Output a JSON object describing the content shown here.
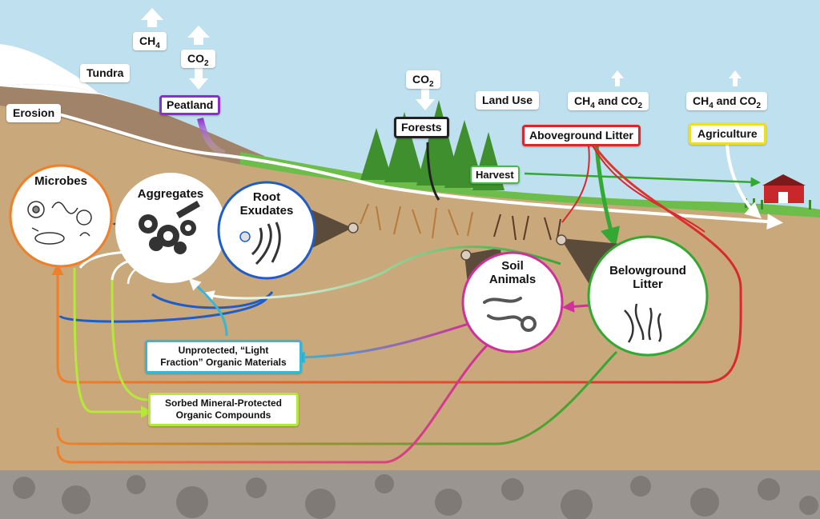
{
  "gas_labels": {
    "ch4_top": {
      "base": "CH",
      "sub": "4"
    },
    "co2_peatland": {
      "base": "CO",
      "sub": "2"
    },
    "co2_forests": {
      "base": "CO",
      "sub": "2"
    },
    "ch4_co2_landuse": {
      "pre": "CH",
      "sub1": "4",
      "mid": " and CO",
      "sub2": "2"
    },
    "ch4_co2_agriculture": {
      "pre": "CH",
      "sub1": "4",
      "mid": " and CO",
      "sub2": "2"
    }
  },
  "landscape_labels": {
    "tundra": "Tundra",
    "erosion": "Erosion",
    "peatland": "Peatland",
    "forests": "Forests",
    "land_use": "Land Use",
    "aboveground_litter": "Aboveground Litter",
    "agriculture": "Agriculture",
    "harvest": "Harvest"
  },
  "circles": {
    "microbes": "Microbes",
    "aggregates": "Aggregates",
    "root_exudates_line1": "Root",
    "root_exudates_line2": "Exudates",
    "soil_animals_line1": "Soil",
    "soil_animals_line2": "Animals",
    "belowground_litter_line1": "Belowground",
    "belowground_litter_line2": "Litter"
  },
  "pools": {
    "light_fraction_line1": "Unprotected, “Light",
    "light_fraction_line2": "Fraction” Organic Materials",
    "sorbed_line1": "Sorbed Mineral-Protected",
    "sorbed_line2": "Organic Compounds"
  },
  "colors": {
    "peatland": "#8b2fc9",
    "forests": "#222222",
    "aboveground_litter": "#d9262f",
    "agriculture": "#e8e02a",
    "harvest": "#4bb84b",
    "microbes": "#f07f2a",
    "root_exudates": "#1f5cc8",
    "soil_animals": "#d0309a",
    "belowground_litter": "#33a833",
    "light_fraction": "#35b7d6",
    "sorbed": "#b6e83c"
  }
}
